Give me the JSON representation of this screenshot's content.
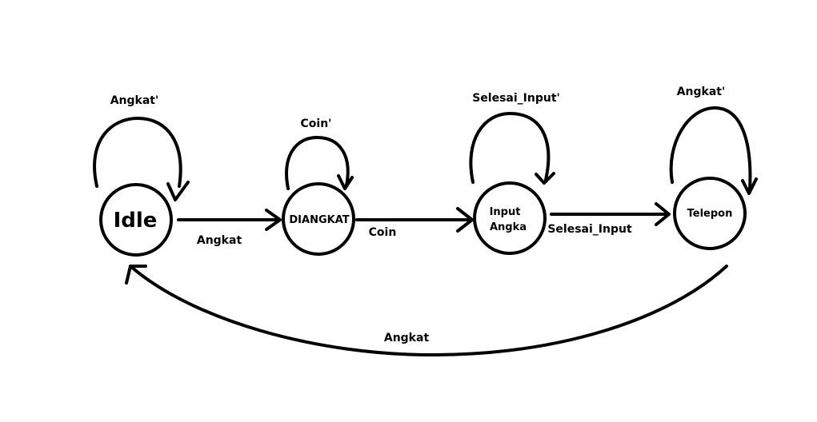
{
  "states": {
    "idle": "Idle",
    "diangkat": "DIANGKAT",
    "input_line1": "Input",
    "input_line2": "Angka",
    "telepon": "Telepon"
  },
  "transitions": {
    "idle_to_diangkat": "Angkat",
    "diangkat_to_input": "Coin",
    "input_to_telepon": "Selesai_Input",
    "telepon_to_idle": "Angkat"
  },
  "self_loops": {
    "idle": "Angkat'",
    "diangkat": "Coin'",
    "input": "Selesai_Input'",
    "telepon": "Angkat'"
  }
}
